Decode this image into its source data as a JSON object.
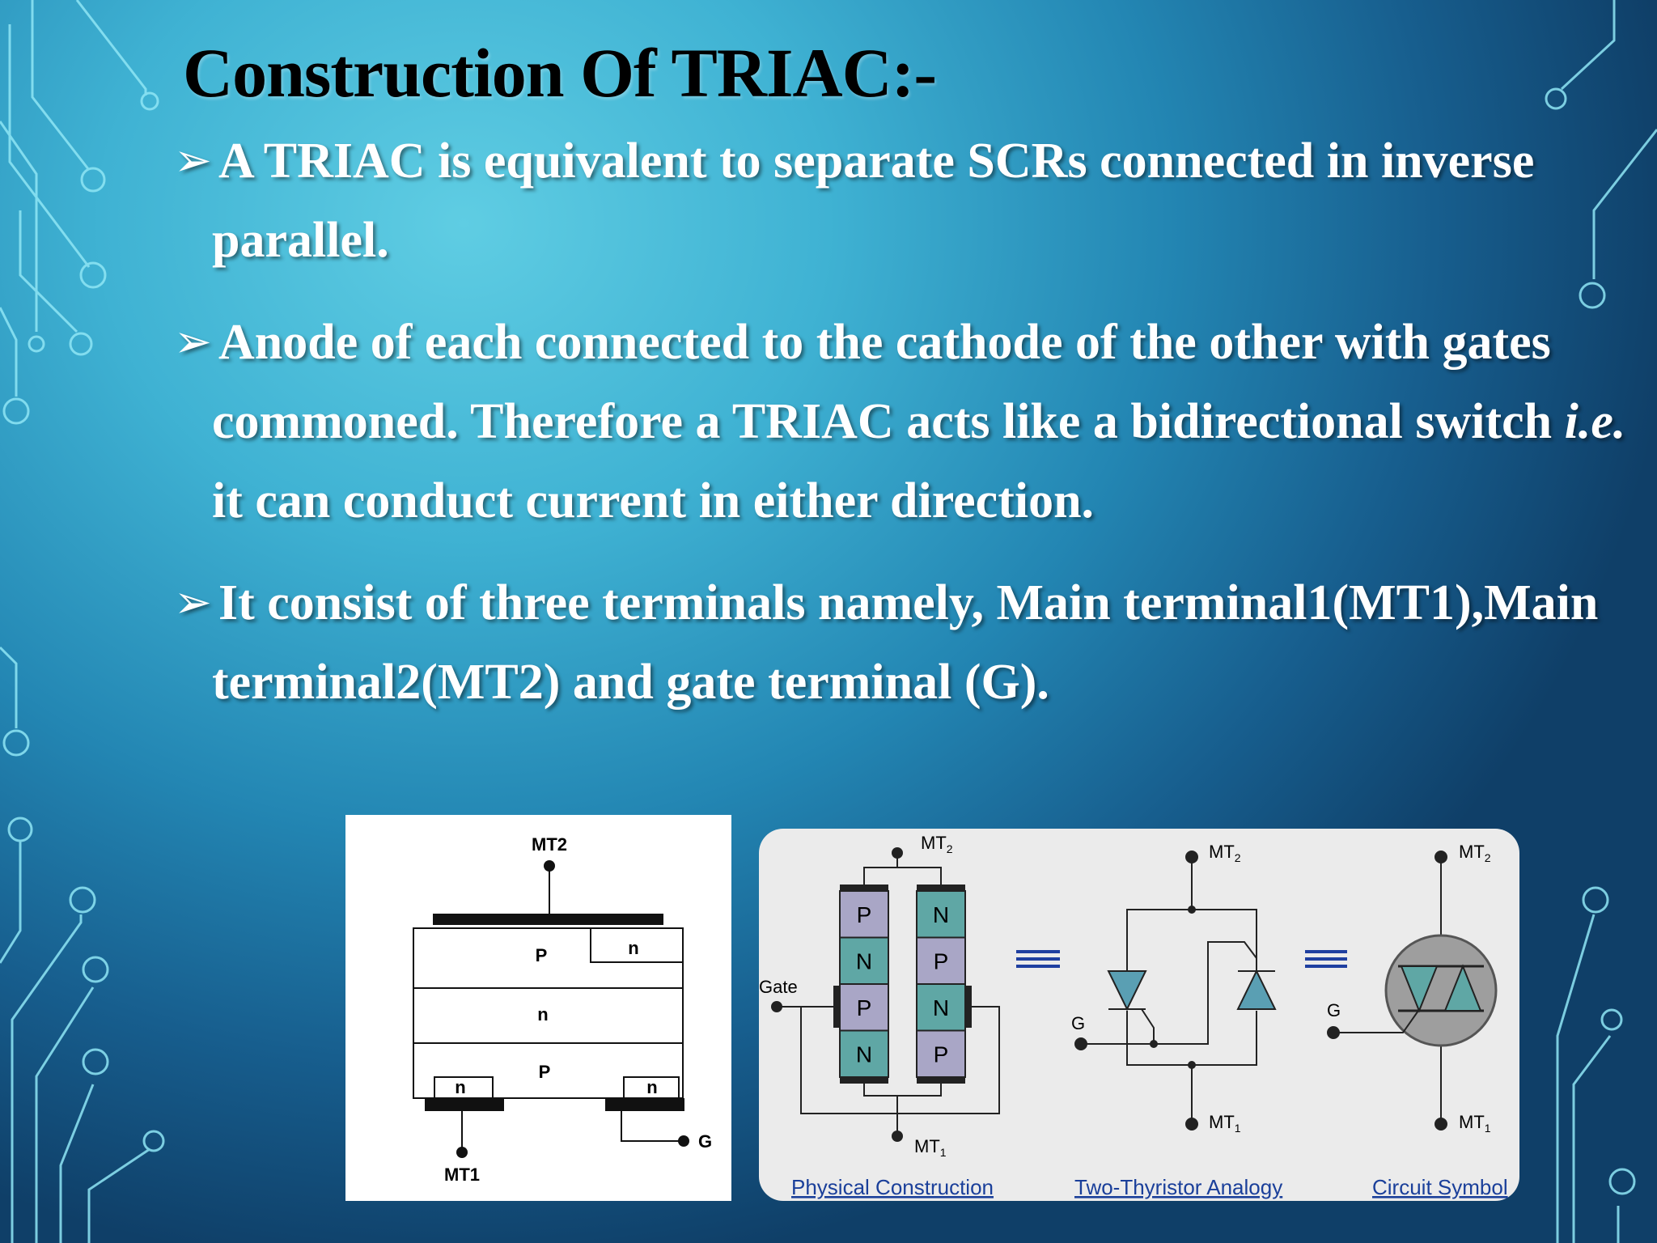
{
  "title": "Construction Of TRIAC:-",
  "bullet_icon": "arrow-bullet-icon",
  "bullets": [
    {
      "segments": [
        {
          "text": "A TRIAC is equivalent to separate SCRs connected in inverse parallel.",
          "italic": false
        }
      ]
    },
    {
      "segments": [
        {
          "text": "Anode of each connected to the cathode of the other with gates commoned. Therefore a TRIAC acts like a bidirectional switch ",
          "italic": false
        },
        {
          "text": "i.e.",
          "italic": true
        },
        {
          "text": " it can conduct current in either direction.",
          "italic": false
        }
      ]
    },
    {
      "segments": [
        {
          "text": "It consist of three terminals namely, Main terminal1(MT1),Main terminal2(MT2) and gate terminal (G).",
          "italic": false
        }
      ]
    }
  ],
  "diagram1": {
    "mt2": "MT2",
    "mt1": "MT1",
    "g": "G",
    "layers": [
      "P",
      "n",
      "P"
    ],
    "top_n": "n",
    "bottom_left_n": "n",
    "bottom_right_n": "n"
  },
  "diagram2": {
    "physical": {
      "mt2_label": "MT",
      "mt2_sub": "2",
      "mt1_label": "MT",
      "mt1_sub": "1",
      "gate": "Gate",
      "left_stack": [
        "P",
        "N",
        "P",
        "N"
      ],
      "right_stack": [
        "N",
        "P",
        "N",
        "P"
      ]
    },
    "analogy": {
      "mt2_label": "MT",
      "mt2_sub": "2",
      "mt1_label": "MT",
      "mt1_sub": "1",
      "g": "G"
    },
    "symbol": {
      "mt2_label": "MT",
      "mt2_sub": "2",
      "mt1_label": "MT",
      "mt1_sub": "1",
      "g": "G"
    },
    "captions": [
      "Physical Construction",
      "Two-Thyristor Analogy",
      "Circuit Symbol"
    ]
  },
  "colors": {
    "layer_p": "#a9a6c6",
    "layer_n": "#5fa7a5",
    "diode": "#5a9fb3",
    "symbol": "#9e9e9e"
  }
}
